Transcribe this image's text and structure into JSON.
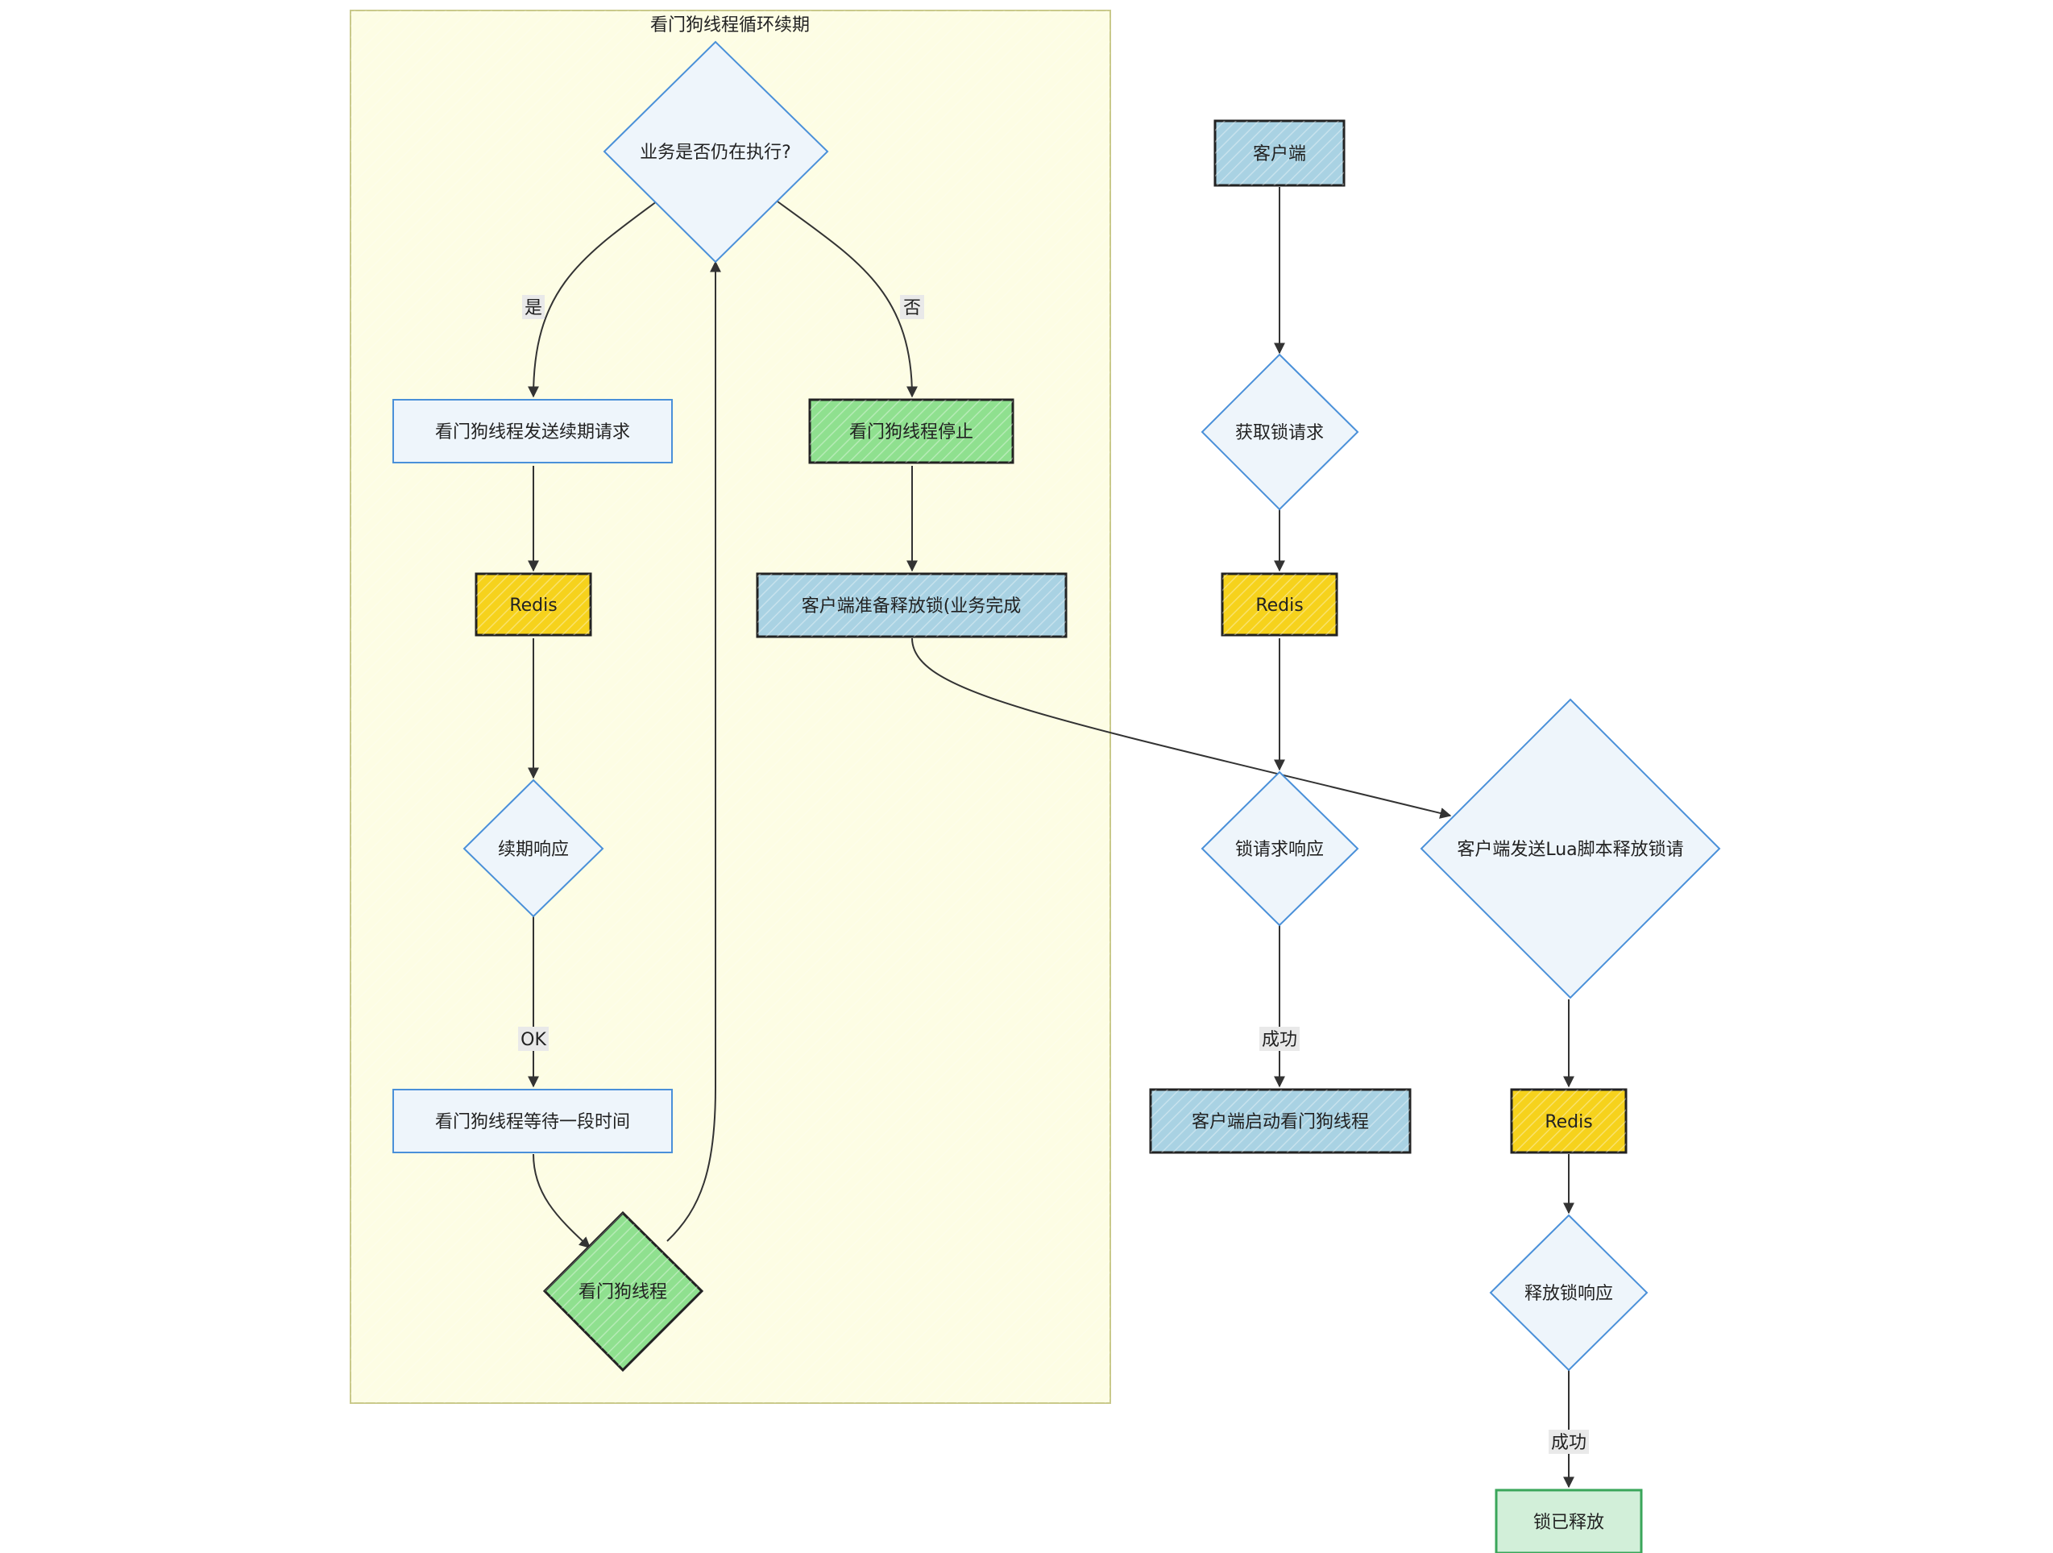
{
  "subgraph": {
    "title": "看门狗线程循环续期"
  },
  "nodes": {
    "check": "业务是否仍在执行?",
    "renew_request": "看门狗线程发送续期请求",
    "stop": "看门狗线程停止",
    "redis_left": "Redis",
    "prepare_release": "客户端准备释放锁(业务完成",
    "renew_response": "续期响应",
    "wait": "看门狗线程等待一段时间",
    "watchdog": "看门狗线程",
    "client": "客户端",
    "acquire": "获取锁请求",
    "redis_mid": "Redis",
    "lock_response": "锁请求响应",
    "start_watchdog": "客户端启动看门狗线程",
    "lua_release": "客户端发送Lua脚本释放锁请",
    "redis_right": "Redis",
    "release_response": "释放锁响应",
    "released": "锁已释放"
  },
  "edge_labels": {
    "yes": "是",
    "no": "否",
    "ok": "OK",
    "success_mid": "成功",
    "success_right": "成功"
  },
  "colors": {
    "subgraph_fill": "#fdfde4",
    "subgraph_stroke": "#c9c98a",
    "light_fill": "#eef5fb",
    "light_stroke": "#4a90d9",
    "green_fill": "#8fe08f",
    "blue_fill": "#a9d2e3",
    "yellow_fill": "#f6d21c",
    "pale_green_fill": "#d2efd9",
    "pale_green_stroke": "#3aa65a",
    "dark_stroke": "#222222"
  }
}
